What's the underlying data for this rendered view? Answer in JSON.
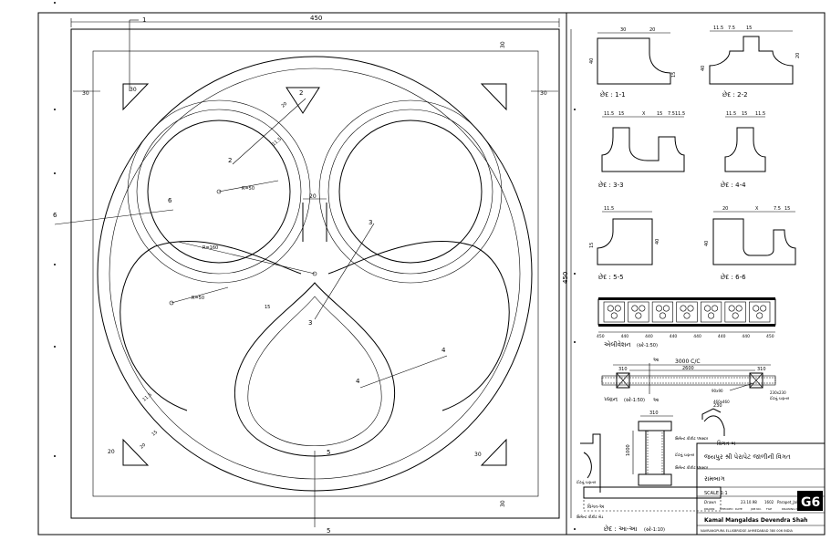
{
  "main_plan": {
    "width_label": "450",
    "height_label": "450",
    "border_label_left": "30",
    "border_label_right": "30",
    "border_label_top": "30",
    "border_label_bottom": "30",
    "center_gap_label": "20",
    "corner_label_tl": "30",
    "corner_label_bl": "20",
    "corner_label_br": "30",
    "radius_small": "R=50",
    "radius_mid": "R=50",
    "radius_large": "R=160",
    "dim_a": "20",
    "dim_b": "15",
    "dim_c": "11.5",
    "dim_d": "15",
    "dim_e": "20",
    "dim_f": "11.5",
    "callouts": {
      "c1": "1",
      "c2": "2",
      "c2b": "2",
      "c3": "3",
      "c3b": "3",
      "c4": "4",
      "c4b": "4",
      "c5": "5",
      "c5b": "5",
      "c6": "6",
      "c6b": "6"
    }
  },
  "sections": [
    {
      "caption": "છેદ : 1-1",
      "dims": [
        "30",
        "20",
        "40",
        "15"
      ]
    },
    {
      "caption": "છેદ : 2-2",
      "dims": [
        "11.5",
        "7.5",
        "15",
        "20",
        "40"
      ]
    },
    {
      "caption": "છેદ : 3-3",
      "dims": [
        "11.5",
        "15",
        "X",
        "15",
        "7.5",
        "11.5"
      ]
    },
    {
      "caption": "છેદ : 4-4",
      "dims": [
        "11.5",
        "15",
        "11.5"
      ]
    },
    {
      "caption": "છેદ : 5-5",
      "dims": [
        "11.5",
        "15",
        "40"
      ]
    },
    {
      "caption": "છેદ : 6-6",
      "dims": [
        "20",
        "X",
        "7.5",
        "15",
        "40"
      ]
    }
  ],
  "elevation": {
    "caption": "એલીવેશન",
    "scale": "(સ્કે-1:50)",
    "dims": [
      "450",
      "440",
      "440",
      "440",
      "440",
      "440",
      "440",
      "450"
    ]
  },
  "plan_view": {
    "caption": "પ્લાન",
    "scale": "(સ્કે-1:50)",
    "total": "3000 C/C",
    "inner": "2600",
    "left": "310",
    "right": "310",
    "label_a": "આ",
    "label_b": "આ",
    "note1": "230x230",
    "note2": "ઈંટનું ચણતર",
    "note3": "90x90",
    "note4": "460x460"
  },
  "details": {
    "detail_a": "વિગત-અ",
    "detail_b": "વિગત-બ",
    "dim_310": "310",
    "dim_1000": "1000",
    "dim_230": "230",
    "notes": [
      "સિમેન્ટ કોંક્રીટ પ્લાસ્ટર",
      "ઈંટનું ચણતર",
      "સિમેન્ટ કોંક્રીટ પ્લાસ્ટર",
      "ઈંટનું ચણતર",
      "સિમેન્ટ કોંક્રીટ બેડ"
    ],
    "section_caption": "છેદ : આ-આ",
    "section_scale": "(સ્કે-1:10)"
  },
  "title_block": {
    "title": "જયપુર શ્રી પેરાપેટ જાળીની વિગત",
    "sub": "રામબાગ",
    "scale": "SCALE 1:1",
    "drawn_label": "Drawn",
    "sheet_code": "G6",
    "firm": "Kamal Mangaldas  Devendra Shah",
    "address": "NAVRANGPURA  ELLISBRIDGE  AHMEDABAD  380 006  INDIA",
    "row_labels": [
      "DRAWN",
      "CHECKED",
      "DATE",
      "JOB NO.",
      "FILE",
      "DRAWING NO."
    ],
    "date": "23.10.98",
    "job": "1602",
    "file": "Parapet_Jali"
  }
}
